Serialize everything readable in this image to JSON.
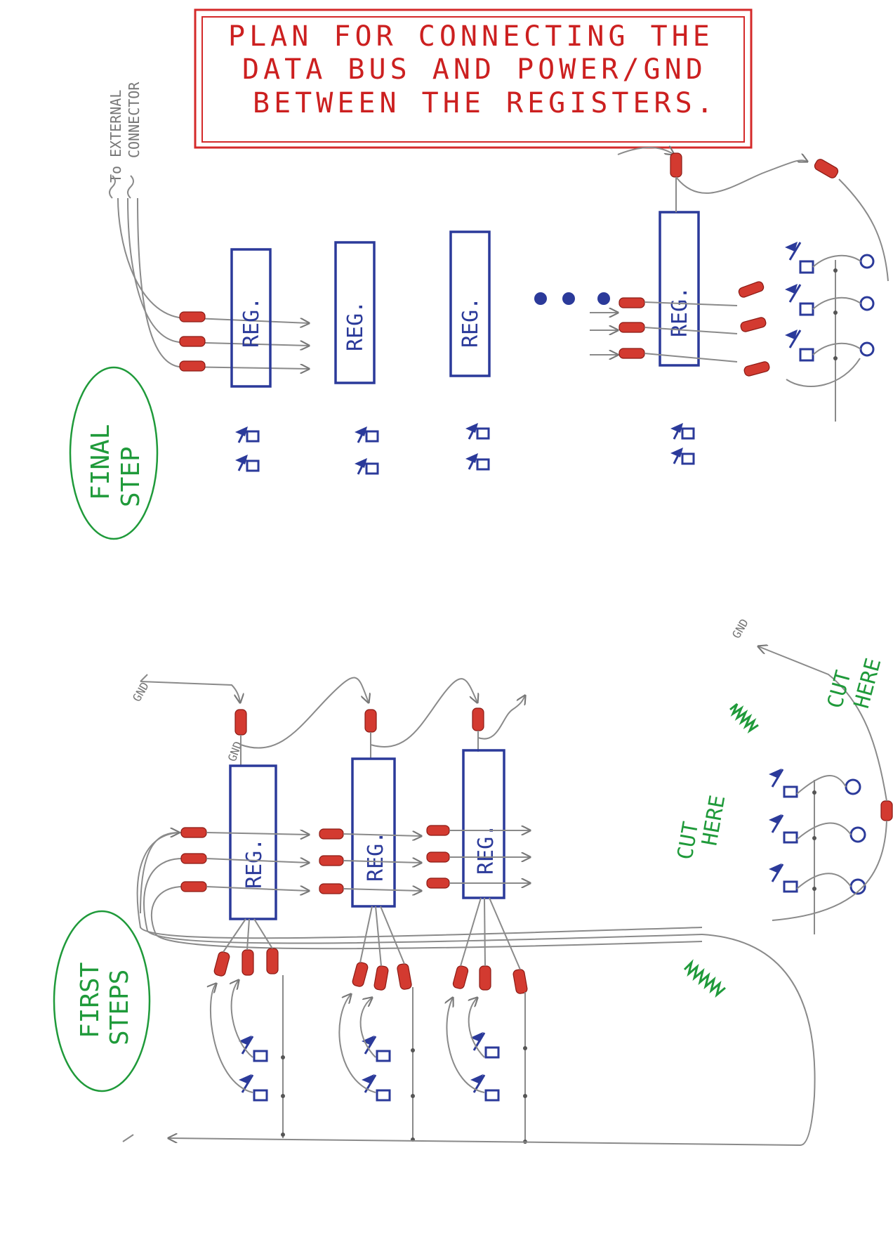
{
  "title": {
    "lines": [
      "PLAN FOR CONNECTING THE",
      "DATA BUS AND POWER/GND",
      "BETWEEN THE REGISTERS."
    ],
    "color": "#cc2020"
  },
  "labels": {
    "register": "REG.",
    "to_external": "To EXTERNAL",
    "connector": "CONNECTOR",
    "gnd": "GND",
    "cut_here_1": "CUT",
    "cut_here_2": "HERE"
  },
  "sections": {
    "final": {
      "line1": "FINAL",
      "line2": "STEP"
    },
    "first": {
      "line1": "FIRST",
      "line2": "STEPS"
    }
  },
  "colors": {
    "register": "#2b3a9a",
    "resistor": "#d33a30",
    "annotation": "#1f9a3a",
    "wire": "#8a8a8a"
  }
}
